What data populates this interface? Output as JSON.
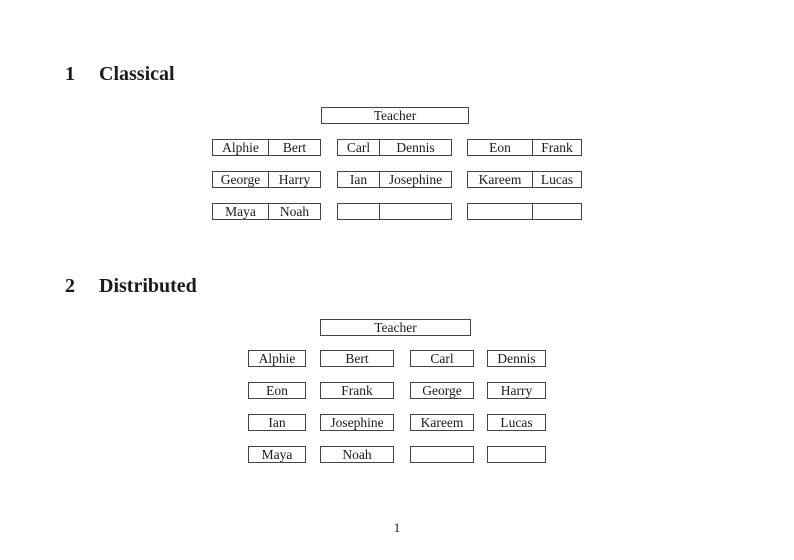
{
  "sections": [
    {
      "number": "1",
      "title": "Classical"
    },
    {
      "number": "2",
      "title": "Distributed"
    }
  ],
  "classical": {
    "teacher": "Teacher",
    "rows": [
      [
        [
          "Alphie",
          "Bert"
        ],
        [
          "Carl",
          "Dennis"
        ],
        [
          "Eon",
          "Frank"
        ]
      ],
      [
        [
          "George",
          "Harry"
        ],
        [
          "Ian",
          "Josephine"
        ],
        [
          "Kareem",
          "Lucas"
        ]
      ],
      [
        [
          "Maya",
          "Noah"
        ],
        [
          "",
          ""
        ],
        [
          "",
          ""
        ]
      ]
    ]
  },
  "distributed": {
    "teacher": "Teacher",
    "rows": [
      [
        "Alphie",
        "Bert",
        "Carl",
        "Dennis"
      ],
      [
        "Eon",
        "Frank",
        "George",
        "Harry"
      ],
      [
        "Ian",
        "Josephine",
        "Kareem",
        "Lucas"
      ],
      [
        "Maya",
        "Noah",
        "",
        ""
      ]
    ]
  },
  "page": {
    "number": "1"
  }
}
